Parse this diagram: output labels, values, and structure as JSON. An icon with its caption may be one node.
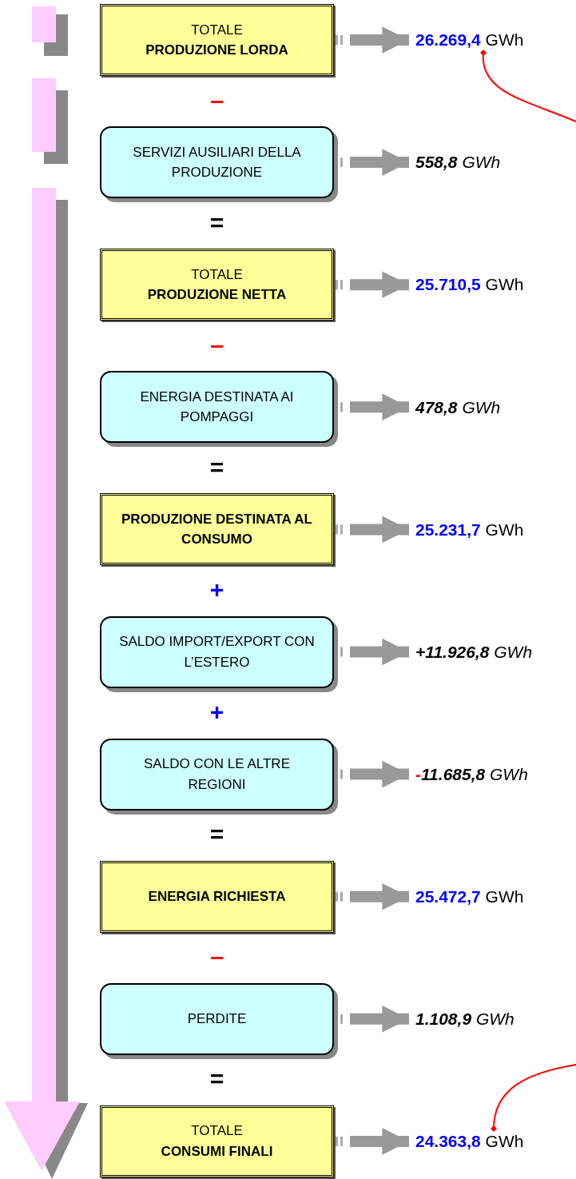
{
  "diagram": {
    "nodes": [
      {
        "text": [
          "TOTALE",
          "PRODUZIONE LORDA"
        ]
      },
      {
        "text": [
          "**26.269,4** GWh"
        ]
      },
      {
        "text": [
          "SERVIZI AUSILIARI DELLA PRODUZIONE"
        ]
      },
      {
        "text": [
          "**558,8** GWh"
        ]
      },
      {
        "text": [
          "TOTALE",
          "PRODUZIONE NETTA"
        ]
      },
      {
        "text": [
          "**25.710,5** GWh"
        ]
      },
      {
        "text": [
          "ENERGIA DESTINATA AI POMPAGGI"
        ]
      },
      {
        "text": [
          "**478,8** GWh"
        ]
      },
      {
        "text": [
          "PRODUZIONE DESTINATA AL CONSUMO"
        ]
      },
      {
        "text": [
          "**25.231,7** GWh"
        ]
      },
      {
        "text": [
          "SALDO IMPORT/EXPORT CON L’ESTERO"
        ]
      },
      {
        "text": [
          "**+11.926,8** GWh"
        ]
      },
      {
        "text": [
          "SALDO CON LE ALTRE REGIONI"
        ]
      },
      {
        "text": [
          "-",
          "**11.685,8** GWh"
        ]
      },
      {
        "text": [
          "ENERGIA RICHIESTA"
        ]
      },
      {
        "text": [
          "**25.472,7** GWh"
        ]
      },
      {
        "text": [
          "PERDITE"
        ]
      },
      {
        "text": [
          "**1.108,9** GWh"
        ]
      },
      {
        "text": [
          "TOTALE",
          "CONSUMI FINALI"
        ]
      },
      {
        "text": [
          "**24.363,8** GWh"
        ]
      }
    ],
    "edges": [
      {
        "from": 0,
        "to": 1,
        "arrow": "to"
      },
      {
        "from": 2,
        "to": 3,
        "arrow": "to"
      },
      {
        "from": 4,
        "to": 5,
        "arrow": "to"
      },
      {
        "from": 6,
        "to": 7,
        "arrow": "to"
      },
      {
        "from": 8,
        "to": 9,
        "arrow": "to"
      },
      {
        "from": 10,
        "to": 11,
        "arrow": "to"
      },
      {
        "from": 12,
        "to": 13,
        "arrow": "to"
      },
      {
        "from": 14,
        "to": 15,
        "arrow": "to"
      },
      {
        "from": 16,
        "to": 17,
        "arrow": "to"
      },
      {
        "from": 18,
        "to": 19,
        "arrow": "to"
      },
      {
        "from": 1,
        "to": null,
        "arrow": "other",
        "color": "#ff0000"
      },
      {
        "from": null,
        "to": 19,
        "arrow": "other",
        "color": "#ff0000"
      }
    ],
    "labels": [
      "–",
      "=",
      "–",
      "=",
      "+",
      "+",
      "=",
      "–",
      "="
    ]
  }
}
